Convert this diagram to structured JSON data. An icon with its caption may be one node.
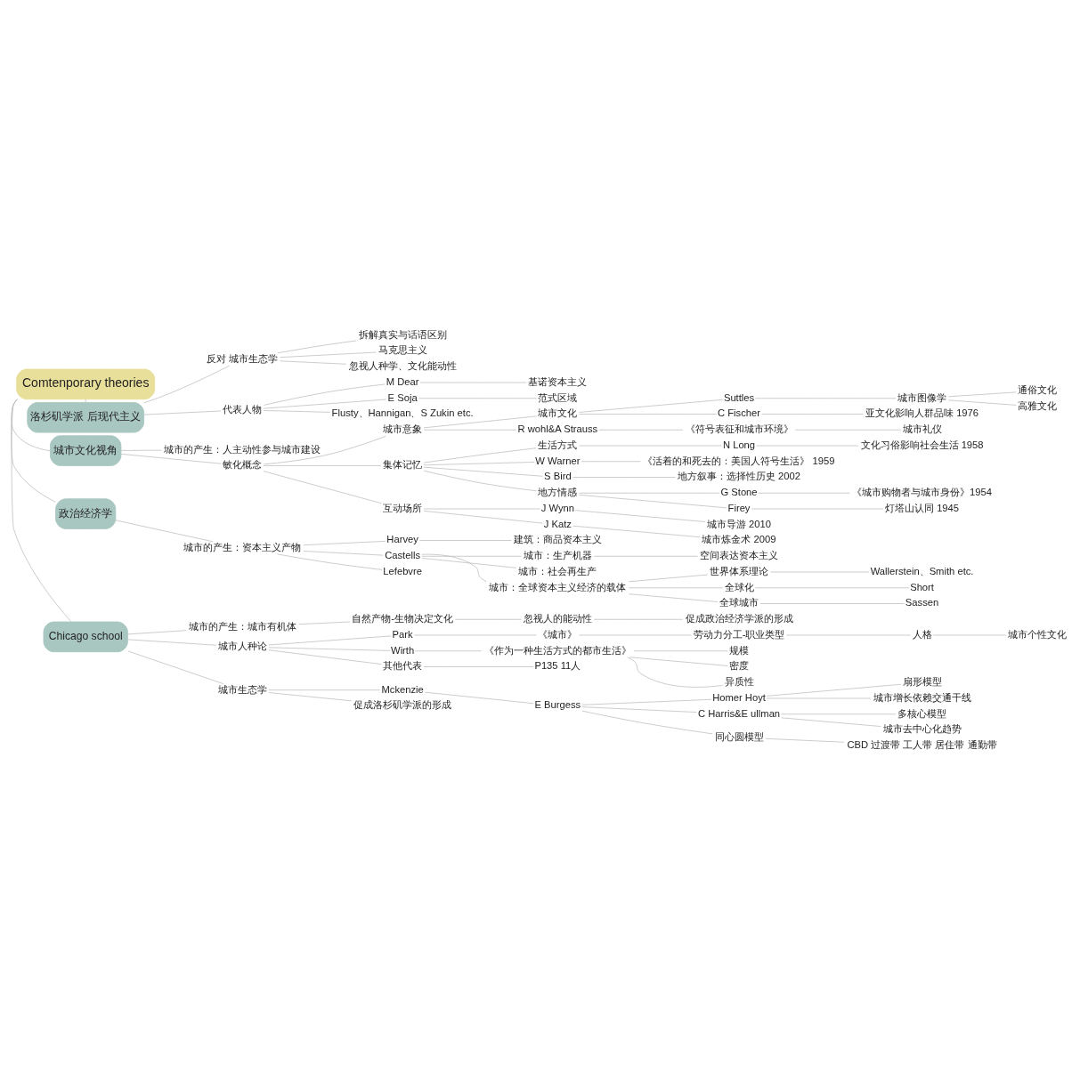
{
  "diagram": {
    "nodes": [
      {
        "text": [
          "Comtenporary theories"
        ]
      },
      {
        "text": [
          "Chicago school"
        ]
      },
      {
        "text": [
          "城市的产生：城市有机体"
        ]
      },
      {
        "text": [
          "自然产物-生物决定文化"
        ]
      },
      {
        "text": [
          "忽视人的能动性"
        ]
      },
      {
        "text": [
          "促成政治经济学派的形成"
        ]
      },
      {
        "text": [
          "城市人种论"
        ]
      },
      {
        "text": [
          "Park"
        ]
      },
      {
        "text": [
          "《城市》"
        ]
      },
      {
        "text": [
          "劳动力分工-职业类型"
        ]
      },
      {
        "text": [
          "人格"
        ]
      },
      {
        "text": [
          "城市个性文化"
        ]
      },
      {
        "text": [
          "Wirth"
        ]
      },
      {
        "text": [
          "《作为一种生活方式的都市生活》"
        ]
      },
      {
        "text": [
          "异质性"
        ]
      },
      {
        "text": [
          "规模"
        ]
      },
      {
        "text": [
          "密度"
        ]
      },
      {
        "text": [
          "其他代表"
        ]
      },
      {
        "text": [
          "P135 11人"
        ]
      },
      {
        "text": [
          "城市生态学"
        ]
      },
      {
        "text": [
          "Mckenzie"
        ]
      },
      {
        "text": [
          "E Burgess"
        ]
      },
      {
        "text": [
          "同心圆模型"
        ]
      },
      {
        "text": [
          "CBD 过渡带 工人带 居住带 通勤带"
        ]
      },
      {
        "text": [
          "Homer Hoyt"
        ]
      },
      {
        "text": [
          "扇形模型"
        ]
      },
      {
        "text": [
          "城市增长依赖交通干线"
        ]
      },
      {
        "text": [
          "C Harris&E ullman"
        ]
      },
      {
        "text": [
          "多核心模型"
        ]
      },
      {
        "text": [
          "城市去中心化趋势"
        ]
      },
      {
        "text": [
          "促成洛杉矶学派的形成"
        ]
      },
      {
        "text": [
          "政治经济学"
        ]
      },
      {
        "text": [
          "城市的产生：资本主义产物"
        ]
      },
      {
        "text": [
          "Harvey"
        ]
      },
      {
        "text": [
          "建筑：商品资本主义"
        ]
      },
      {
        "text": [
          "Castells"
        ]
      },
      {
        "text": [
          "城市：生产机器"
        ]
      },
      {
        "text": [
          "空间表达资本主义"
        ]
      },
      {
        "text": [
          "城市：社会再生产"
        ]
      },
      {
        "text": [
          "城市：全球资本主义经济的载体"
        ]
      },
      {
        "text": [
          "世界体系理论"
        ]
      },
      {
        "text": [
          "Wallerstein、Smith etc."
        ]
      },
      {
        "text": [
          "全球化"
        ]
      },
      {
        "text": [
          "Short"
        ]
      },
      {
        "text": [
          "全球城市"
        ]
      },
      {
        "text": [
          "Sassen"
        ]
      },
      {
        "text": [
          "Lefebvre"
        ]
      },
      {
        "text": [
          "城市文化视角"
        ]
      },
      {
        "text": [
          "城市的产生：人主动性参与城市建设"
        ]
      },
      {
        "text": [
          "敏化概念"
        ]
      },
      {
        "text": [
          "城市意象"
        ]
      },
      {
        "text": [
          "R wohl&A Strauss"
        ]
      },
      {
        "text": [
          "《符号表征和城市环境》"
        ]
      },
      {
        "text": [
          "城市礼仪"
        ]
      },
      {
        "text": [
          "城市文化"
        ]
      },
      {
        "text": [
          "Suttles"
        ]
      },
      {
        "text": [
          "城市图像学"
        ]
      },
      {
        "text": [
          "高雅文化"
        ]
      },
      {
        "text": [
          "通俗文化"
        ]
      },
      {
        "text": [
          "C Fischer"
        ]
      },
      {
        "text": [
          "亚文化影响人群品味 1976"
        ]
      },
      {
        "text": [
          "集体记忆"
        ]
      },
      {
        "text": [
          "W Warner"
        ]
      },
      {
        "text": [
          "《活着的和死去的：美国人符号生活》 1959"
        ]
      },
      {
        "text": [
          "S Bird"
        ]
      },
      {
        "text": [
          "地方叙事：选择性历史 2002"
        ]
      },
      {
        "text": [
          "地方情感"
        ]
      },
      {
        "text": [
          "Firey"
        ]
      },
      {
        "text": [
          "灯塔山认同 1945"
        ]
      },
      {
        "text": [
          "G Stone"
        ]
      },
      {
        "text": [
          "《城市购物者与城市身份》1954"
        ]
      },
      {
        "text": [
          "生活方式"
        ]
      },
      {
        "text": [
          "N Long"
        ]
      },
      {
        "text": [
          "文化习俗影响社会生活 1958"
        ]
      },
      {
        "text": [
          "互动场所"
        ]
      },
      {
        "text": [
          "J Katz"
        ]
      },
      {
        "text": [
          "城市炼金术 2009"
        ]
      },
      {
        "text": [
          "J Wynn"
        ]
      },
      {
        "text": [
          "城市导游 2010"
        ]
      },
      {
        "text": [
          "洛杉矶学派 后现代主义"
        ]
      },
      {
        "text": [
          "反对 城市生态学"
        ]
      },
      {
        "text": [
          "拆解真实与话语区别"
        ]
      },
      {
        "text": [
          "马克思主义"
        ]
      },
      {
        "text": [
          "忽视人种学、文化能动性"
        ]
      },
      {
        "text": [
          "代表人物"
        ]
      },
      {
        "text": [
          "M Dear"
        ]
      },
      {
        "text": [
          "基诺资本主义"
        ]
      },
      {
        "text": [
          "E Soja"
        ]
      },
      {
        "text": [
          "范式区域"
        ]
      },
      {
        "text": [
          "Flusty、Hannigan、S Zukin etc."
        ]
      }
    ],
    "edges": [
      {
        "from": 0,
        "to": 1,
        "arrow": "none"
      },
      {
        "from": 1,
        "to": 2,
        "arrow": "none"
      },
      {
        "from": 2,
        "to": 3,
        "arrow": "none"
      },
      {
        "from": 3,
        "to": 4,
        "arrow": "none"
      },
      {
        "from": 4,
        "to": 5,
        "arrow": "none"
      },
      {
        "from": 1,
        "to": 6,
        "arrow": "none"
      },
      {
        "from": 6,
        "to": 7,
        "arrow": "none"
      },
      {
        "from": 7,
        "to": 8,
        "arrow": "none"
      },
      {
        "from": 8,
        "to": 9,
        "arrow": "none"
      },
      {
        "from": 9,
        "to": 10,
        "arrow": "none"
      },
      {
        "from": 10,
        "to": 11,
        "arrow": "none"
      },
      {
        "from": 6,
        "to": 12,
        "arrow": "none"
      },
      {
        "from": 12,
        "to": 13,
        "arrow": "none"
      },
      {
        "from": 13,
        "to": 14,
        "arrow": "none"
      },
      {
        "from": 13,
        "to": 15,
        "arrow": "none"
      },
      {
        "from": 13,
        "to": 16,
        "arrow": "none"
      },
      {
        "from": 6,
        "to": 17,
        "arrow": "none"
      },
      {
        "from": 17,
        "to": 18,
        "arrow": "none"
      },
      {
        "from": 1,
        "to": 19,
        "arrow": "none"
      },
      {
        "from": 19,
        "to": 20,
        "arrow": "none"
      },
      {
        "from": 20,
        "to": 21,
        "arrow": "none"
      },
      {
        "from": 21,
        "to": 22,
        "arrow": "none"
      },
      {
        "from": 22,
        "to": 23,
        "arrow": "none"
      },
      {
        "from": 21,
        "to": 24,
        "arrow": "none"
      },
      {
        "from": 24,
        "to": 25,
        "arrow": "none"
      },
      {
        "from": 24,
        "to": 26,
        "arrow": "none"
      },
      {
        "from": 21,
        "to": 27,
        "arrow": "none"
      },
      {
        "from": 27,
        "to": 28,
        "arrow": "none"
      },
      {
        "from": 27,
        "to": 29,
        "arrow": "none"
      },
      {
        "from": 19,
        "to": 30,
        "arrow": "none"
      },
      {
        "from": 0,
        "to": 31,
        "arrow": "none"
      },
      {
        "from": 31,
        "to": 32,
        "arrow": "none"
      },
      {
        "from": 32,
        "to": 33,
        "arrow": "none"
      },
      {
        "from": 33,
        "to": 34,
        "arrow": "none"
      },
      {
        "from": 32,
        "to": 35,
        "arrow": "none"
      },
      {
        "from": 35,
        "to": 36,
        "arrow": "none"
      },
      {
        "from": 36,
        "to": 37,
        "arrow": "none"
      },
      {
        "from": 35,
        "to": 38,
        "arrow": "none"
      },
      {
        "from": 35,
        "to": 39,
        "arrow": "none"
      },
      {
        "from": 39,
        "to": 40,
        "arrow": "none"
      },
      {
        "from": 40,
        "to": 41,
        "arrow": "none"
      },
      {
        "from": 39,
        "to": 42,
        "arrow": "none"
      },
      {
        "from": 42,
        "to": 43,
        "arrow": "none"
      },
      {
        "from": 39,
        "to": 44,
        "arrow": "none"
      },
      {
        "from": 44,
        "to": 45,
        "arrow": "none"
      },
      {
        "from": 32,
        "to": 46,
        "arrow": "none"
      },
      {
        "from": 0,
        "to": 47,
        "arrow": "none"
      },
      {
        "from": 47,
        "to": 48,
        "arrow": "none"
      },
      {
        "from": 47,
        "to": 49,
        "arrow": "none"
      },
      {
        "from": 49,
        "to": 50,
        "arrow": "none"
      },
      {
        "from": 50,
        "to": 51,
        "arrow": "none"
      },
      {
        "from": 51,
        "to": 52,
        "arrow": "none"
      },
      {
        "from": 52,
        "to": 53,
        "arrow": "none"
      },
      {
        "from": 50,
        "to": 54,
        "arrow": "none"
      },
      {
        "from": 54,
        "to": 55,
        "arrow": "none"
      },
      {
        "from": 55,
        "to": 56,
        "arrow": "none"
      },
      {
        "from": 56,
        "to": 57,
        "arrow": "none"
      },
      {
        "from": 56,
        "to": 58,
        "arrow": "none"
      },
      {
        "from": 54,
        "to": 59,
        "arrow": "none"
      },
      {
        "from": 59,
        "to": 60,
        "arrow": "none"
      },
      {
        "from": 49,
        "to": 61,
        "arrow": "none"
      },
      {
        "from": 61,
        "to": 62,
        "arrow": "none"
      },
      {
        "from": 62,
        "to": 63,
        "arrow": "none"
      },
      {
        "from": 61,
        "to": 64,
        "arrow": "none"
      },
      {
        "from": 64,
        "to": 65,
        "arrow": "none"
      },
      {
        "from": 61,
        "to": 66,
        "arrow": "none"
      },
      {
        "from": 66,
        "to": 67,
        "arrow": "none"
      },
      {
        "from": 67,
        "to": 68,
        "arrow": "none"
      },
      {
        "from": 66,
        "to": 69,
        "arrow": "none"
      },
      {
        "from": 69,
        "to": 70,
        "arrow": "none"
      },
      {
        "from": 61,
        "to": 71,
        "arrow": "none"
      },
      {
        "from": 71,
        "to": 72,
        "arrow": "none"
      },
      {
        "from": 72,
        "to": 73,
        "arrow": "none"
      },
      {
        "from": 49,
        "to": 74,
        "arrow": "none"
      },
      {
        "from": 74,
        "to": 75,
        "arrow": "none"
      },
      {
        "from": 75,
        "to": 76,
        "arrow": "none"
      },
      {
        "from": 74,
        "to": 77,
        "arrow": "none"
      },
      {
        "from": 77,
        "to": 78,
        "arrow": "none"
      },
      {
        "from": 0,
        "to": 79,
        "arrow": "none"
      },
      {
        "from": 79,
        "to": 80,
        "arrow": "none"
      },
      {
        "from": 80,
        "to": 81,
        "arrow": "none"
      },
      {
        "from": 80,
        "to": 82,
        "arrow": "none"
      },
      {
        "from": 80,
        "to": 83,
        "arrow": "none"
      },
      {
        "from": 79,
        "to": 84,
        "arrow": "none"
      },
      {
        "from": 84,
        "to": 85,
        "arrow": "none"
      },
      {
        "from": 85,
        "to": 86,
        "arrow": "none"
      },
      {
        "from": 84,
        "to": 87,
        "arrow": "none"
      },
      {
        "from": 87,
        "to": 88,
        "arrow": "none"
      },
      {
        "from": 84,
        "to": 89,
        "arrow": "none"
      }
    ]
  }
}
